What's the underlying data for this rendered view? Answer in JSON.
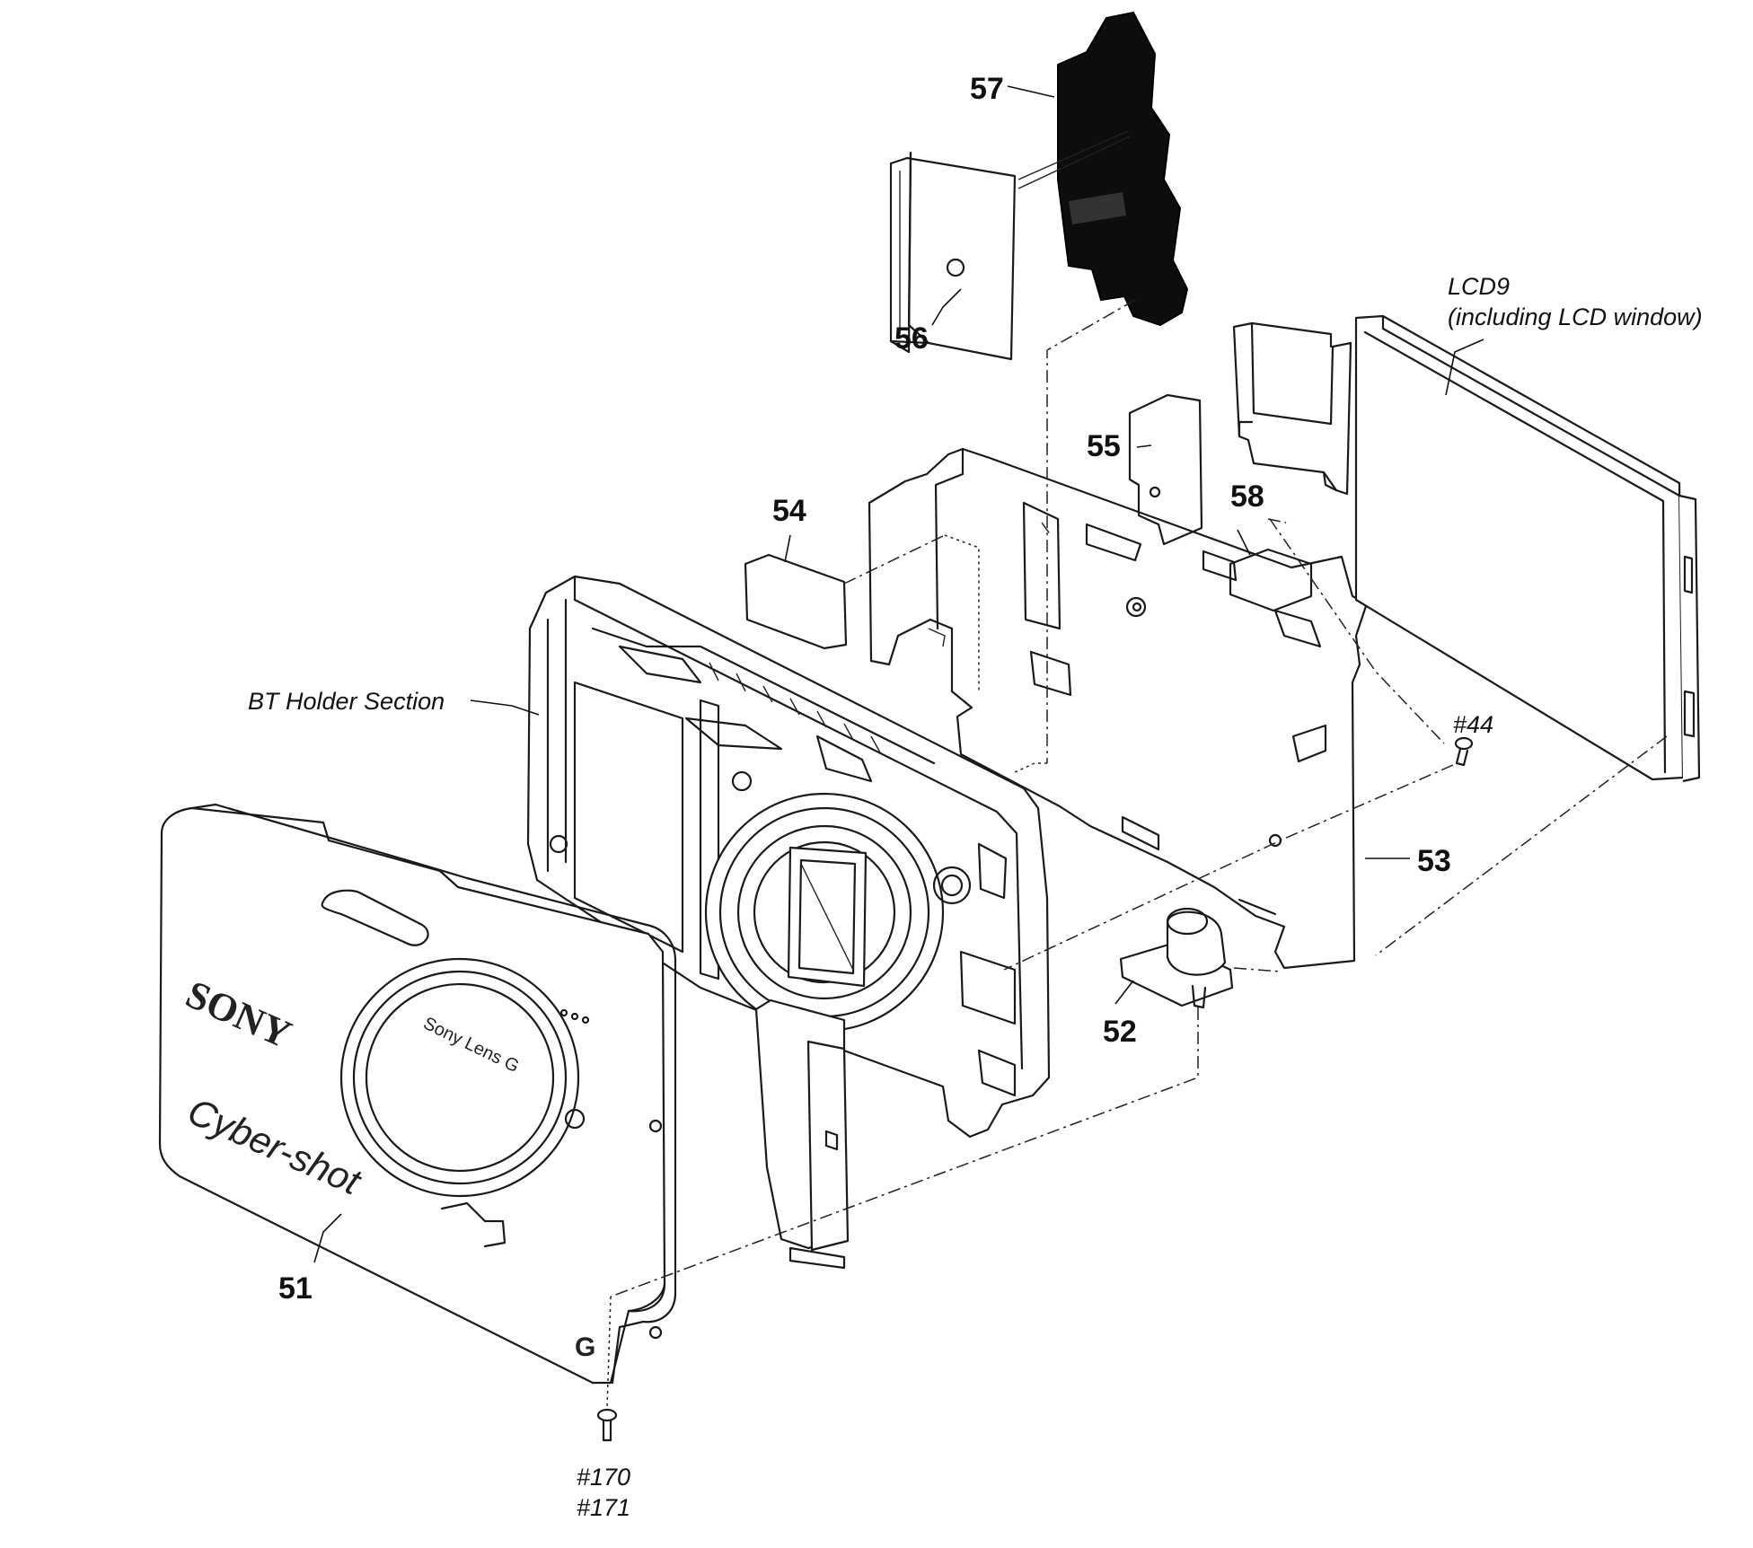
{
  "labels": {
    "p51": "51",
    "p52": "52",
    "p53": "53",
    "p54": "54",
    "p55": "55",
    "p56": "56",
    "p57": "57",
    "p58": "58",
    "lcd_name": "LCD9",
    "lcd_note": "(including LCD window)",
    "bt_holder": "BT Holder Section",
    "screw_44": "#44",
    "screw_170": "#170",
    "screw_171": "#171"
  },
  "markings": {
    "brand": "SONY",
    "model": "Cyber-shot",
    "lens": "Sony Lens G",
    "g_logo": "G"
  }
}
